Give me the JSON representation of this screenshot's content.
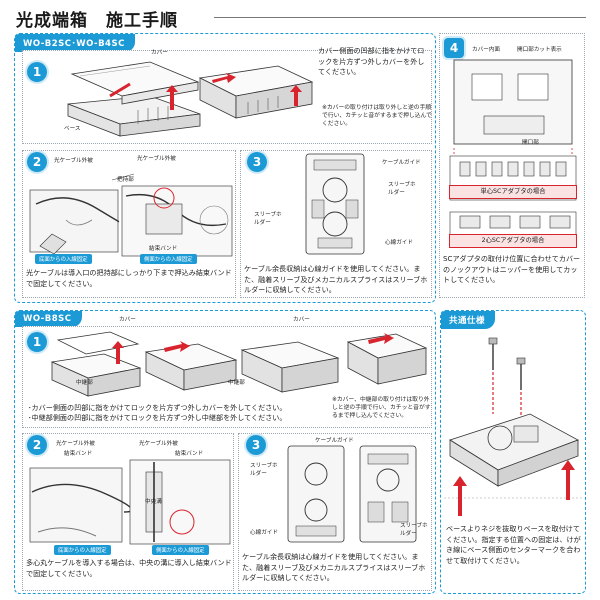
{
  "header": {
    "title": "光成端箱　施工手順"
  },
  "panel_a": {
    "tag": "WO-B2SC･WO-B4SC",
    "step1": {
      "num": "1",
      "label_cover": "カバー",
      "label_base": "ベース",
      "text": "カバー側面の凹部に指をかけてロックを片方ずつ外しカバーを外してください。",
      "note": "※カバーの取り付けは取り外しと逆の手順で行い、カチッと音がするまで押し込んでください。"
    },
    "step2": {
      "num": "2",
      "label_outer": "光ケーブル外被",
      "label_clamp": "把持部",
      "label_band": "結束バンド",
      "pill_bottom": "底面からの入線固定",
      "pill_side": "側面からの入線固定",
      "text": "光ケーブルは導入口の把持部にしっかり下まで押込み結束バンドで固定してください。"
    },
    "step3": {
      "num": "3",
      "label_guide": "ケーブルガイド",
      "label_sleeve": "スリーブホルダー",
      "label_sleeve2": "スリーブホルダー",
      "label_core": "心線ガイド",
      "text": "ケーブル余長収納は心線ガイドを使用してください。また、融着スリーブ及びメカニカルスプライスはスリーブホルダーに収納してください。"
    },
    "step4": {
      "num": "4",
      "label_cover_in": "カバー内面",
      "label_knockout": "開口部カット表示",
      "label_opening": "開口部",
      "box_single": "単心SCアダプタの場合",
      "box_double": "2心SCアダプタの場合",
      "text": "SCアダプタの取付け位置に合わせてカバーのノックアウトはニッパーを使用してカットしてください。"
    }
  },
  "panel_b": {
    "tag": "WO-B8SC",
    "step1": {
      "num": "1",
      "label_cover": "カバー",
      "label_cover2": "カバー",
      "label_mid": "中継部",
      "label_mid2": "中継部",
      "text1": "･カバー側面の凹部に指をかけてロックを片方ずつ外しカバーを外してください。",
      "text2": "･中継部側面の凹部に指をかけてロックを片方ずつ外し中継部を外してください。",
      "note": "※カバー、中継部の取り付けは取り外しと逆の手順で行い、カチッと音がするまで押し込んでください。"
    },
    "step2": {
      "num": "2",
      "label_outer": "光ケーブル外被",
      "label_band": "結束バンド",
      "label_outer2": "光ケーブル外被",
      "label_band2": "結束バンド",
      "label_center": "中央溝",
      "pill_bottom": "底面からの入線固定",
      "pill_side": "側面からの入線固定",
      "text": "多心丸ケーブルを導入する場合は、中央の溝に導入し結束バンドで固定してください。"
    },
    "step3": {
      "num": "3",
      "label_guide": "ケーブルガイド",
      "label_sleeve": "スリーブホルダー",
      "label_sleeve2": "スリーブホルダー",
      "label_core": "心線ガイド",
      "text": "ケーブル余長収納は心線ガイドを使用してください。また、融着スリーブ及びメカニカルスプライスはスリーブホルダーに収納してください。"
    }
  },
  "panel_c": {
    "tag": "共通仕様",
    "text": "ベースよりネジを抜取りベースを取付けてください。指定する位置への固定は、けがき線にベース側面のセンターマークを合わせて取付けてください。"
  },
  "colors": {
    "accent": "#1c9ad6",
    "arrow": "#d9232d"
  }
}
